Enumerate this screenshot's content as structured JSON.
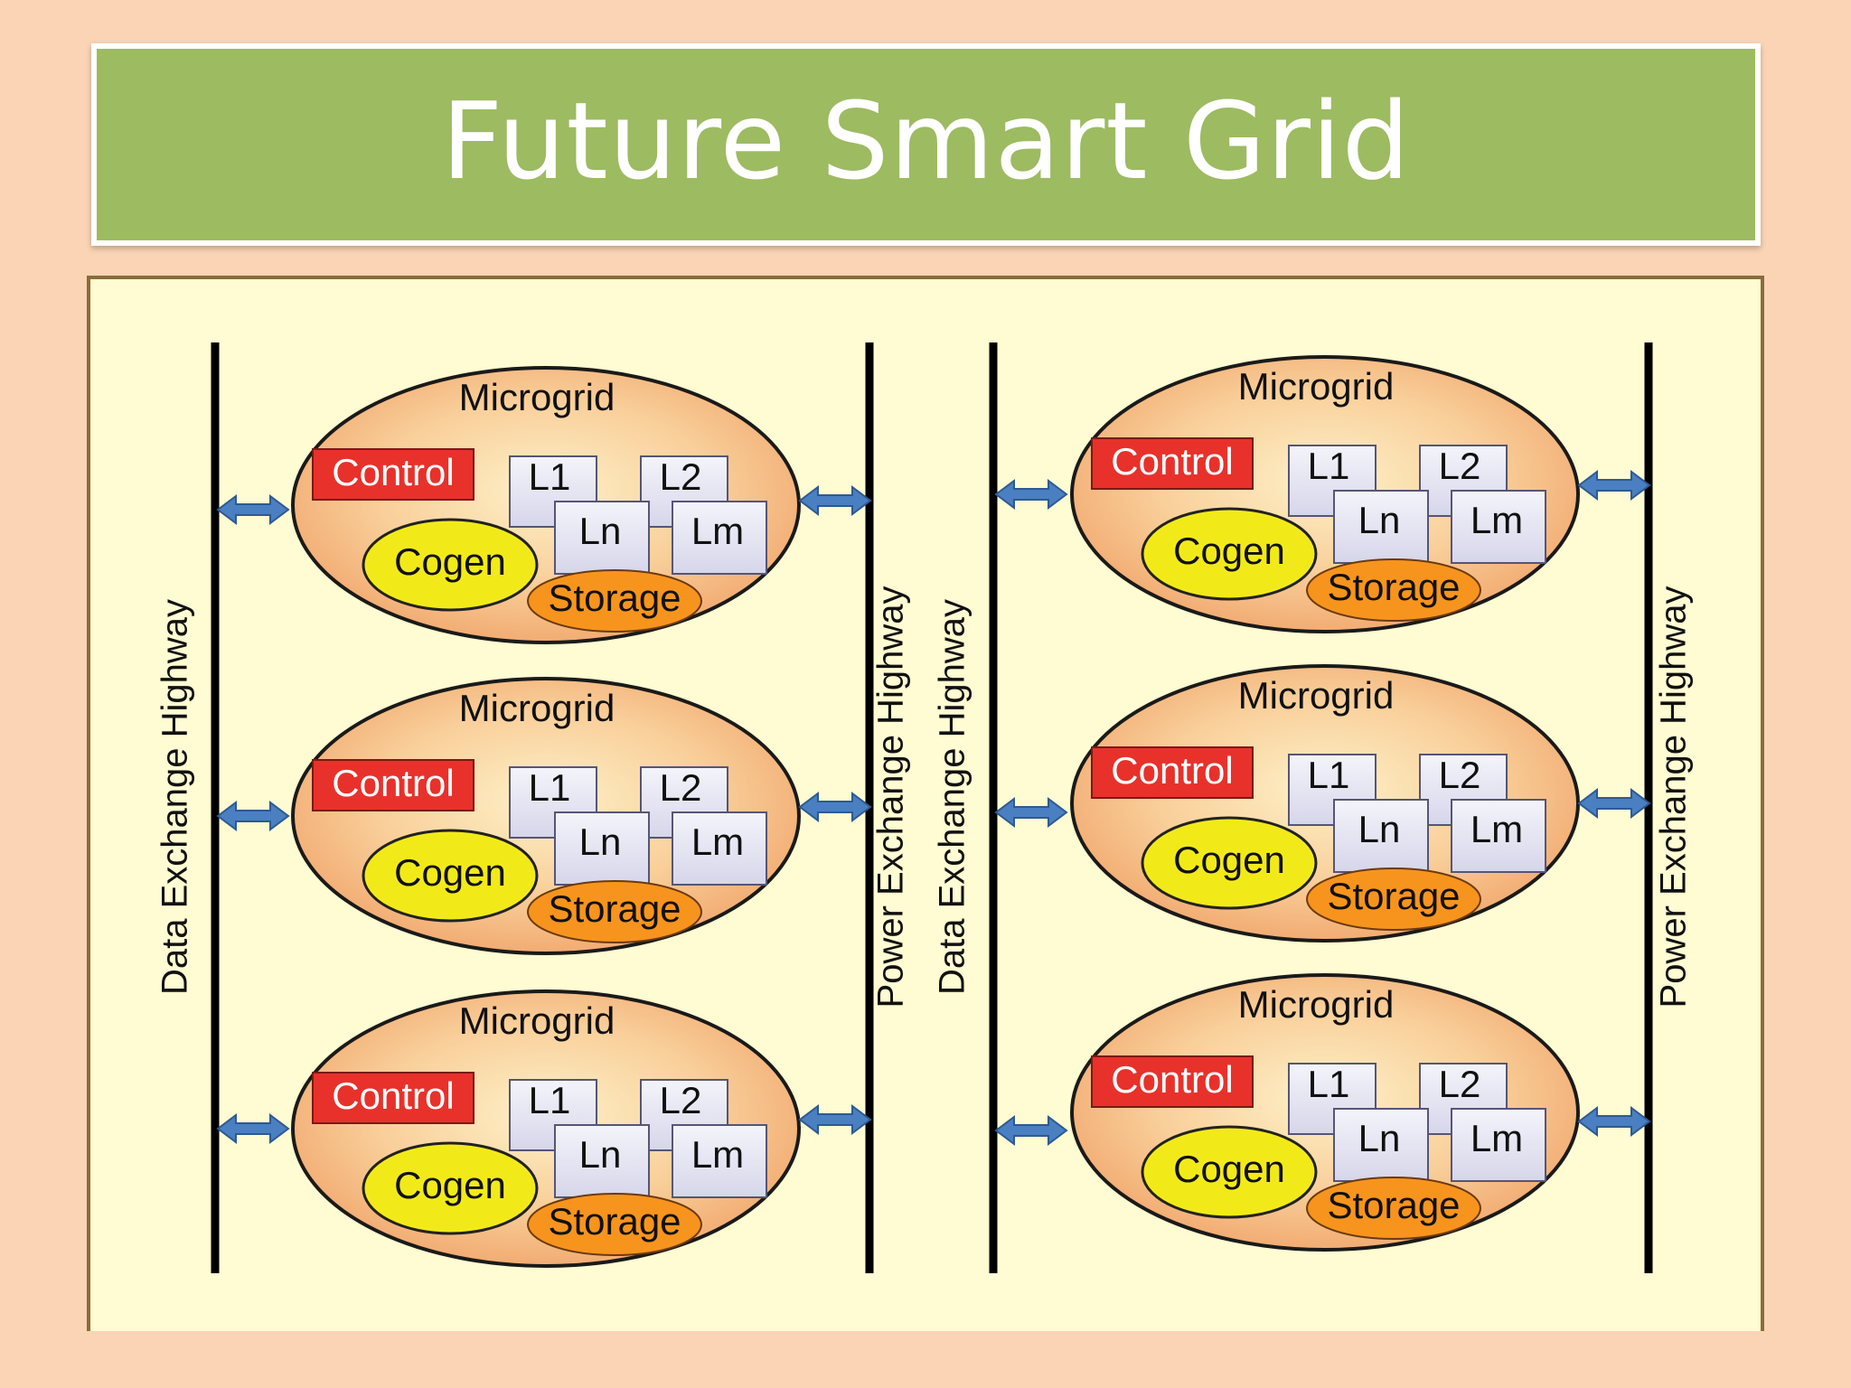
{
  "title": "Future Smart Grid",
  "colors": {
    "banner": "#9dbb61",
    "panel": "#fffbd2",
    "control": "#e8312b",
    "cogen": "#f2ea18",
    "storage": "#f7941d",
    "load_box": "#dcdcf0",
    "arrow": "#4a7fc1"
  },
  "diagram": {
    "left_system": {
      "data_highway_label": "Data Exchange Highway",
      "power_highway_label": "Power Exchange Highway",
      "microgrids": [
        {
          "label": "Microgrid",
          "control": "Control",
          "loads": [
            "L1",
            "L2",
            "Ln",
            "Lm"
          ],
          "cogen": "Cogen",
          "storage": "Storage"
        },
        {
          "label": "Microgrid",
          "control": "Control",
          "loads": [
            "L1",
            "L2",
            "Ln",
            "Lm"
          ],
          "cogen": "Cogen",
          "storage": "Storage"
        },
        {
          "label": "Microgrid",
          "control": "Control",
          "loads": [
            "L1",
            "L2",
            "Ln",
            "Lm"
          ],
          "cogen": "Cogen",
          "storage": "Storage"
        }
      ]
    },
    "right_system": {
      "data_highway_label": "Data Exchange Highway",
      "power_highway_label": "Power Exchange Highway",
      "microgrids": [
        {
          "label": "Microgrid",
          "control": "Control",
          "loads": [
            "L1",
            "L2",
            "Ln",
            "Lm"
          ],
          "cogen": "Cogen",
          "storage": "Storage"
        },
        {
          "label": "Microgrid",
          "control": "Control",
          "loads": [
            "L1",
            "L2",
            "Ln",
            "Lm"
          ],
          "cogen": "Cogen",
          "storage": "Storage"
        },
        {
          "label": "Microgrid",
          "control": "Control",
          "loads": [
            "L1",
            "L2",
            "Ln",
            "Lm"
          ],
          "cogen": "Cogen",
          "storage": "Storage"
        }
      ]
    }
  }
}
